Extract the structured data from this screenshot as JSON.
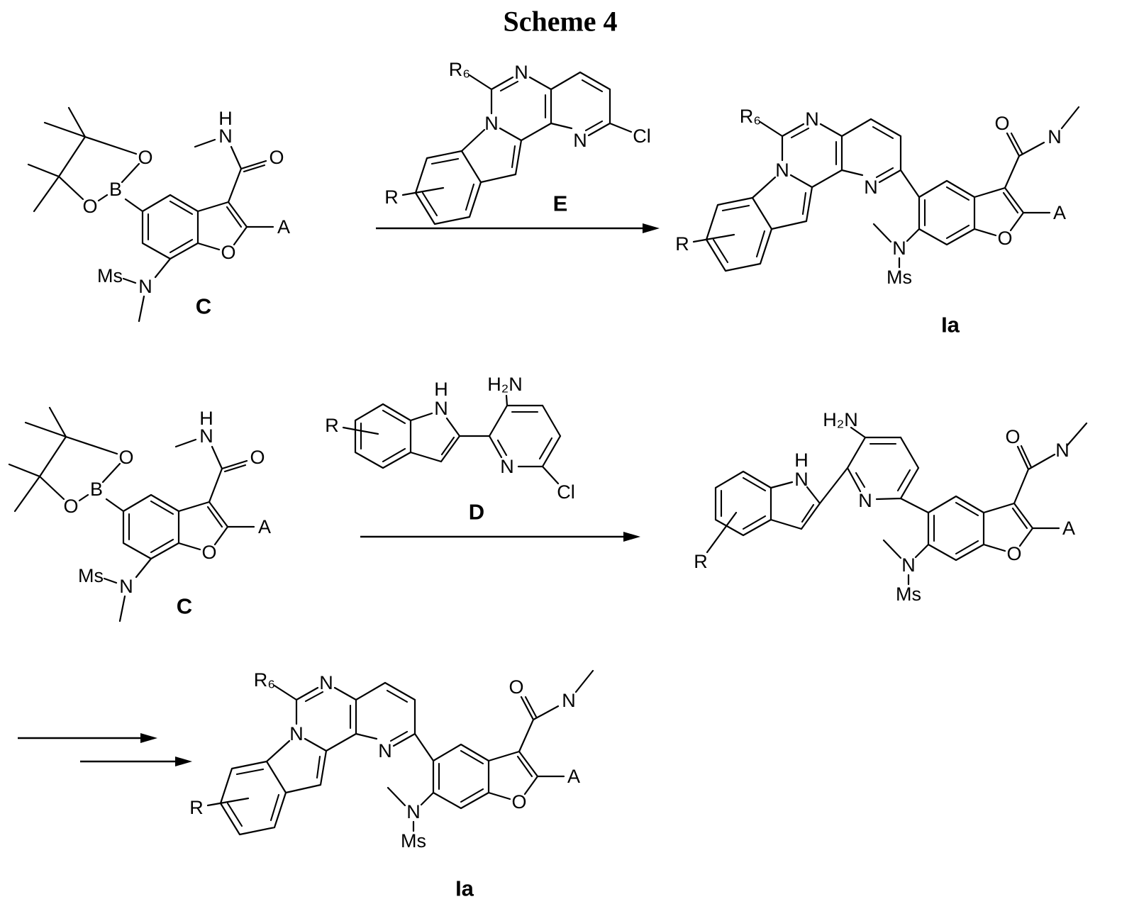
{
  "title": "Scheme 4",
  "compounds": {
    "C": "C",
    "D": "D",
    "E": "E",
    "Ia": "Ia"
  },
  "atoms": {
    "N": "N",
    "O": "O",
    "B": "B",
    "H": "H",
    "Cl": "Cl",
    "A": "A",
    "R": "R",
    "R6": "R₆",
    "H2N": "H₂N",
    "Ms": "Ms"
  }
}
